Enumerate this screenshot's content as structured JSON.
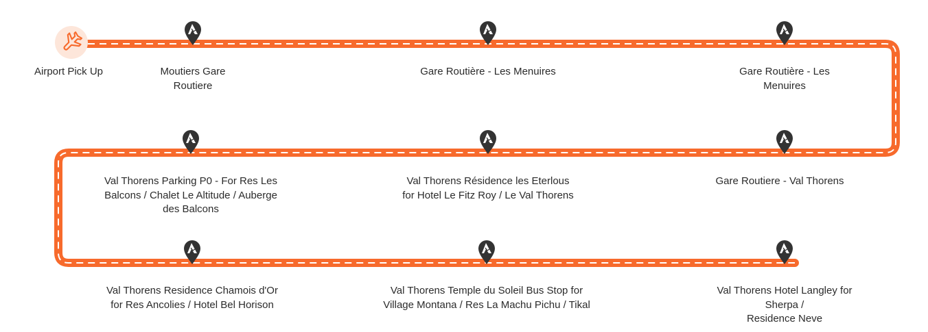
{
  "colors": {
    "route": "#f76a2c",
    "route_dash": "#ffffff",
    "airport_circle": "#fde6da",
    "airport_icon": "#f76a2c",
    "pin": "#333333",
    "text": "#2b2b2b"
  },
  "airport": {
    "label": "Airport Pick Up",
    "icon": "airplane-icon"
  },
  "stops": [
    {
      "label": "Moutiers Gare\nRoutiere",
      "icon": "mountain-pin-icon"
    },
    {
      "label": "Gare Routière - Les Menuires",
      "icon": "mountain-pin-icon"
    },
    {
      "label": "Gare Routière - Les\nMenuires",
      "icon": "mountain-pin-icon"
    },
    {
      "label": "Val Thorens Parking P0 - For Res Les\nBalcons / Chalet Le Altitude / Auberge\ndes Balcons",
      "icon": "mountain-pin-icon"
    },
    {
      "label": "Val Thorens Résidence les Eterlous\nfor  Hotel Le Fitz Roy / Le Val Thorens",
      "icon": "mountain-pin-icon"
    },
    {
      "label": "Gare Routiere - Val Thorens",
      "icon": "mountain-pin-icon"
    },
    {
      "label": "Val Thorens Residence Chamois d'Or\nfor Res Ancolies / Hotel Bel Horison",
      "icon": "mountain-pin-icon"
    },
    {
      "label": "Val Thorens Temple du Soleil Bus Stop  for\nVillage Montana / Res La Machu Pichu / Tikal",
      "icon": "mountain-pin-icon"
    },
    {
      "label": "Val Thorens Hotel Langley for Sherpa /\nResidence Neve",
      "icon": "mountain-pin-icon"
    }
  ]
}
